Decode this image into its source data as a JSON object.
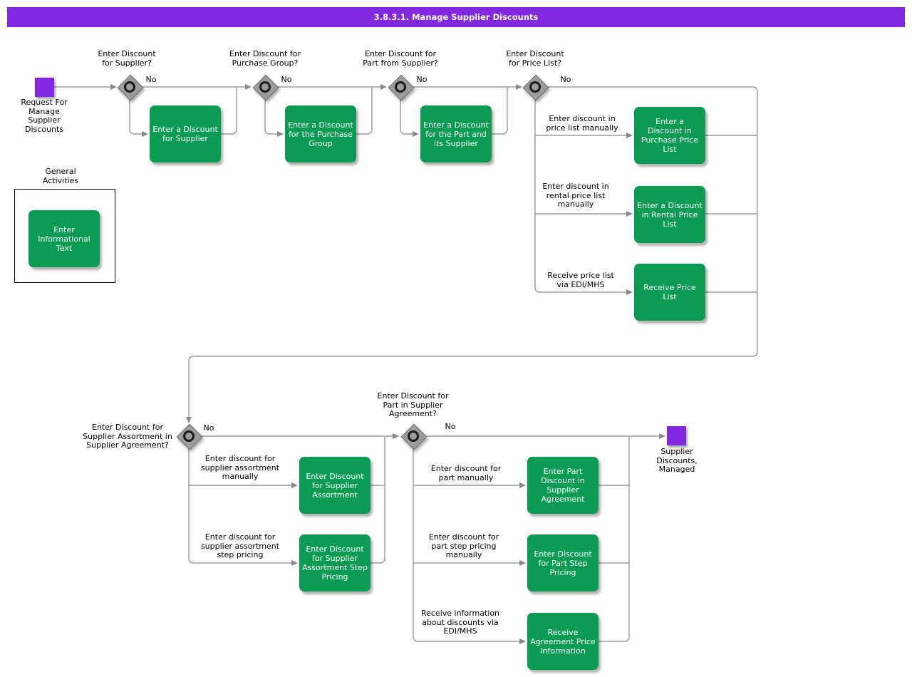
{
  "title_bar": {
    "label": "3.8.3.1. Manage Supplier Discounts"
  },
  "colors": {
    "node_purple": "#8128E0",
    "activity_green": "#0C9B52",
    "connector_gray": "#888888"
  },
  "start_node": {
    "label": "Request For\nManage\nSupplier\nDiscounts"
  },
  "end_node": {
    "label": "Supplier\nDiscounts,\nManaged"
  },
  "decisions": [
    {
      "label": "Enter Discount\nfor Supplier?",
      "branch_label": "No"
    },
    {
      "label": "Enter Discount for\nPurchase Group?",
      "branch_label": "No"
    },
    {
      "label": "Enter Discount for\nPart from Supplier?",
      "branch_label": "No"
    },
    {
      "label": "Enter Discount\nfor Price List?",
      "branch_label": "No"
    },
    {
      "label": "Enter Discount for\nSupplier Assortment in\nSupplier Agreement?",
      "branch_label": "No"
    },
    {
      "label": "Enter Discount for\nPart in Supplier\nAgreement?",
      "branch_label": "No"
    }
  ],
  "activities": [
    {
      "label": "Enter a Discount\nfor Supplier"
    },
    {
      "label": "Enter a Discount\nfor the Purchase\nGroup"
    },
    {
      "label": "Enter a Discount\nfor the Part and\nits Supplier"
    },
    {
      "label": "Enter a\nDiscount in\nPurchase Price\nList"
    },
    {
      "label": "Enter a Discount\nin Rental Price\nList"
    },
    {
      "label": "Receive Price\nList"
    },
    {
      "label": "Enter Discount\nfor Supplier\nAssortment"
    },
    {
      "label": "Enter Discount\nfor Supplier\nAssortment Step\nPricing"
    },
    {
      "label": "Enter Part\nDiscount in\nSupplier\nAgreement"
    },
    {
      "label": "Enter Discount\nfor Part Step\nPricing"
    },
    {
      "label": "Receive\nAgreement Price\nInformation"
    }
  ],
  "edge_labels": [
    {
      "label": "Enter discount in\nprice list manually"
    },
    {
      "label": "Enter discount in\nrental price list\nmanually"
    },
    {
      "label": "Receive price list\nvia EDI/MHS"
    },
    {
      "label": "Enter discount for\nsupplier assortment\nmanually"
    },
    {
      "label": "Enter discount for\nsupplier assortment\nstep pricing"
    },
    {
      "label": "Enter discount for\npart manually"
    },
    {
      "label": "Enter discount for\npart step pricing\nmanually"
    },
    {
      "label": "Receive information\nabout discounts via\nEDI/MHS"
    }
  ],
  "general_activities": {
    "title": "General\nActivities",
    "activity": {
      "label": "Enter\nInformational\nText"
    }
  }
}
